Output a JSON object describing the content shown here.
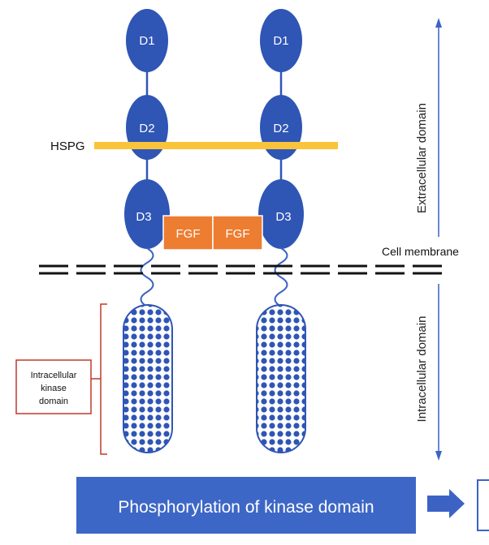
{
  "labels": {
    "d1": "D1",
    "d2": "D2",
    "d3": "D3",
    "hspg": "HSPG",
    "fgf": "FGF",
    "cell_membrane": "Cell membrane",
    "extracellular_domain": "Extracellular domain",
    "intracellular_domain": "Intracellular domain",
    "kinase_box_line1": "Intracellular",
    "kinase_box_line2": "kinase",
    "kinase_box_line3": "domain",
    "phosphorylation": "Phosphorylation of kinase domain"
  },
  "colors": {
    "receptor_blue": "#2f55b5",
    "receptor_stroke": "#25469a",
    "hspg_yellow": "#f9c43a",
    "fgf_orange": "#ed7d31",
    "bracket_red": "#c0392b",
    "box_red": "#c0392b",
    "arrow_blue": "#3c63c4",
    "phospho_box": "#3d67c6",
    "membrane_black": "#111111"
  }
}
